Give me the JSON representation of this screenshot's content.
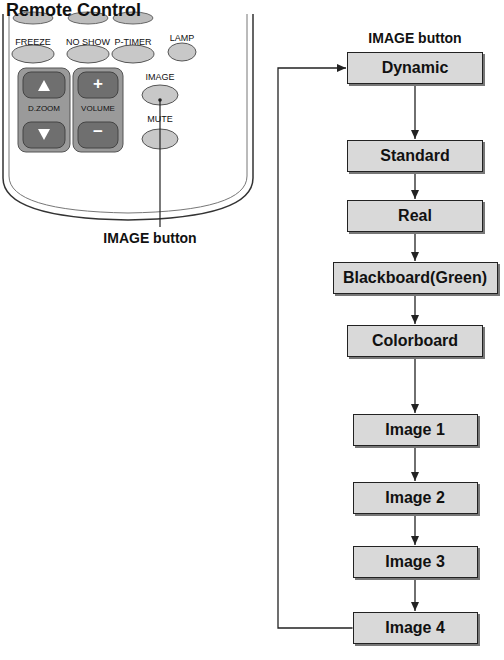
{
  "diagram": {
    "title": "Remote Control",
    "nodes": [
      {
        "text": [
          "Dynamic"
        ]
      },
      {
        "text": [
          "Standard"
        ]
      },
      {
        "text": [
          "Real"
        ]
      },
      {
        "text": [
          "Blackboard(Green)"
        ]
      },
      {
        "text": [
          "Colorboard"
        ]
      },
      {
        "text": [
          "Image 1"
        ]
      },
      {
        "text": [
          "Image 2"
        ]
      },
      {
        "text": [
          "Image 3"
        ]
      },
      {
        "text": [
          "Image 4"
        ]
      }
    ],
    "edges": [
      {
        "from": 0,
        "to": 1,
        "arrow": "to"
      },
      {
        "from": 1,
        "to": 2,
        "arrow": "to"
      },
      {
        "from": 2,
        "to": 3,
        "arrow": "to"
      },
      {
        "from": 3,
        "to": 4,
        "arrow": "to"
      },
      {
        "from": 4,
        "to": 5,
        "arrow": "to"
      },
      {
        "from": 5,
        "to": 6,
        "arrow": "to"
      },
      {
        "from": 6,
        "to": 7,
        "arrow": "to"
      },
      {
        "from": 7,
        "to": 8,
        "arrow": "to"
      },
      {
        "from": 8,
        "to": 0,
        "arrow": "to"
      }
    ],
    "labels": [
      "IMAGE button",
      "FREEZE",
      "NO SHOW",
      "P-TIMER",
      "LAMP",
      "IMAGE",
      "MUTE",
      "D.ZOOM",
      "VOLUME",
      "+",
      "−",
      "IMAGE button"
    ]
  }
}
